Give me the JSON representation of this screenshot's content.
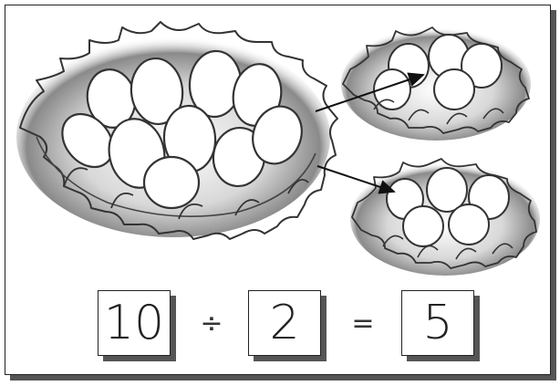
{
  "equation": {
    "dividend": "10",
    "divide_sign": "÷",
    "divisor": "2",
    "equals_sign": "=",
    "quotient": "5"
  },
  "illustration": {
    "large_nest_eggs": 10,
    "small_nests": 2,
    "eggs_per_small_nest": 5
  }
}
